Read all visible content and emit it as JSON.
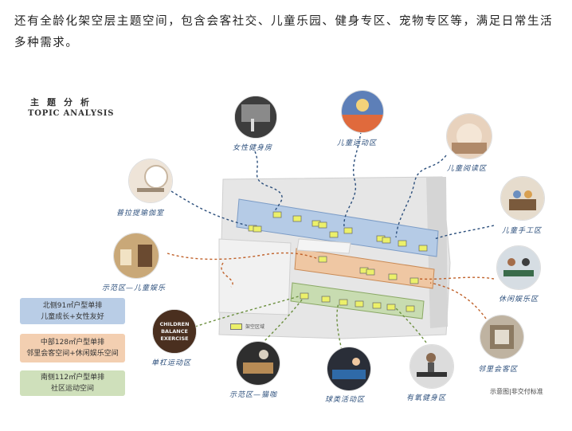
{
  "intro_text": "还有全龄化架空层主题空间，包含会客社交、儿童乐园、健身专区、宠物专区等，满足日常生活多种需求。",
  "topic": {
    "title_cn": "主题分析",
    "title_en": "TOPIC ANALYSIS"
  },
  "legend": [
    {
      "line1": "北侧91㎡户型单排",
      "line2": "儿童成长+女性友好",
      "color": "#b9cde6"
    },
    {
      "line1": "中部128㎡户型单排",
      "line2": "邻里会客空间+休闲娱乐空间",
      "color": "#f3cfb1"
    },
    {
      "line1": "南侧112㎡户型单排",
      "line2": "社区运动空间",
      "color": "#cfe0bb"
    }
  ],
  "zones": {
    "female_gym": "女性健身房",
    "kids_sports": "儿童运动区",
    "kids_reading": "儿童阅读区",
    "pilates_yoga": "普拉提瑜伽室",
    "kids_craft": "儿童手工区",
    "demo_kids_play": "示范区—儿童娱乐",
    "leisure_play": "休闲娱乐区",
    "single_bar": "单杠运动区",
    "neighbor_lounge": "邻里会客区",
    "demo_cat_cafe": "示范区—猫咖",
    "ball_sports": "球类活动区",
    "aerobic_gym": "有氧健身区"
  },
  "map_key": "架空区域",
  "photo_text": {
    "line1": "CHILDREN",
    "line2": "BALANCE",
    "line3": "EXERCISE"
  },
  "caption": "示意图|非交付标准",
  "colors": {
    "blue_dots": "#2c4f7c",
    "orange_dots": "#c0622b",
    "label": "#2c4f7c"
  }
}
